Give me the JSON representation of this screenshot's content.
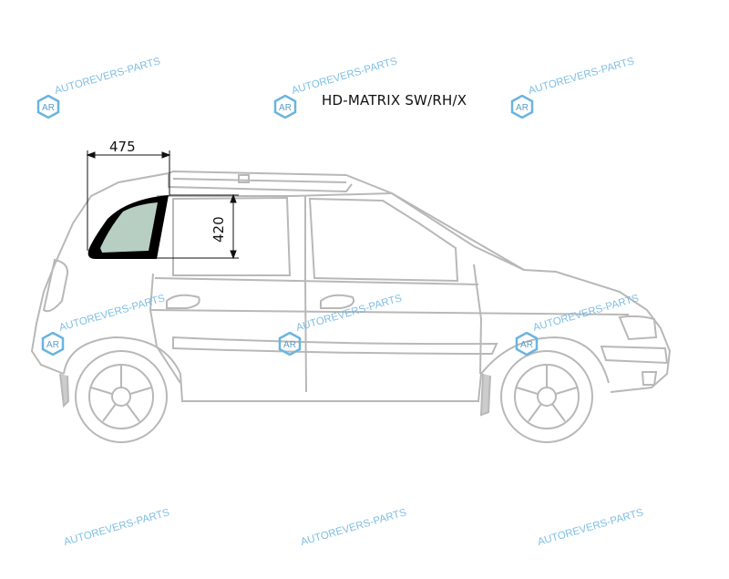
{
  "title": "HD-MATRIX SW/RH/X",
  "watermark": {
    "text": "AUTOREVERS-PARTS",
    "logo_text": "AR",
    "color": "#6ab4de"
  },
  "dimensions": {
    "width": "475",
    "height": "420"
  },
  "colors": {
    "glass": "#b7cfc2",
    "frame": "#000000",
    "outline": "#b4b4b4"
  }
}
